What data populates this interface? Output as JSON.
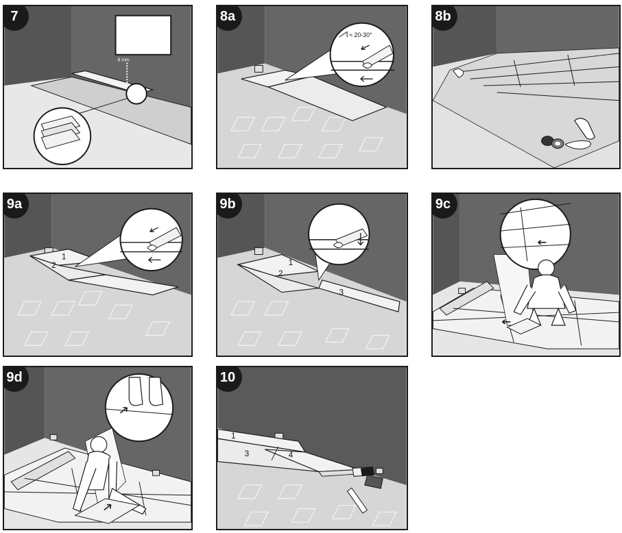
{
  "steps": [
    {
      "number": "7",
      "labels": {
        "gap": "8 mm"
      }
    },
    {
      "number": "8a",
      "labels": {
        "angle": "≈ 20-30°"
      }
    },
    {
      "number": "8b"
    },
    {
      "number": "9a",
      "labels": {
        "row1": "1",
        "row2": "2"
      }
    },
    {
      "number": "9b",
      "labels": {
        "row1": "1",
        "row2": "2",
        "row3": "3"
      }
    },
    {
      "number": "9c"
    },
    {
      "number": "9d"
    },
    {
      "number": "10",
      "labels": {
        "row1": "1",
        "row3": "3",
        "row4": "4"
      }
    }
  ],
  "colors": {
    "wall": "#5a5a5a",
    "floor": "#d6d6d6",
    "plank": "#f2f2f2",
    "outline": "#1a1a1a"
  }
}
